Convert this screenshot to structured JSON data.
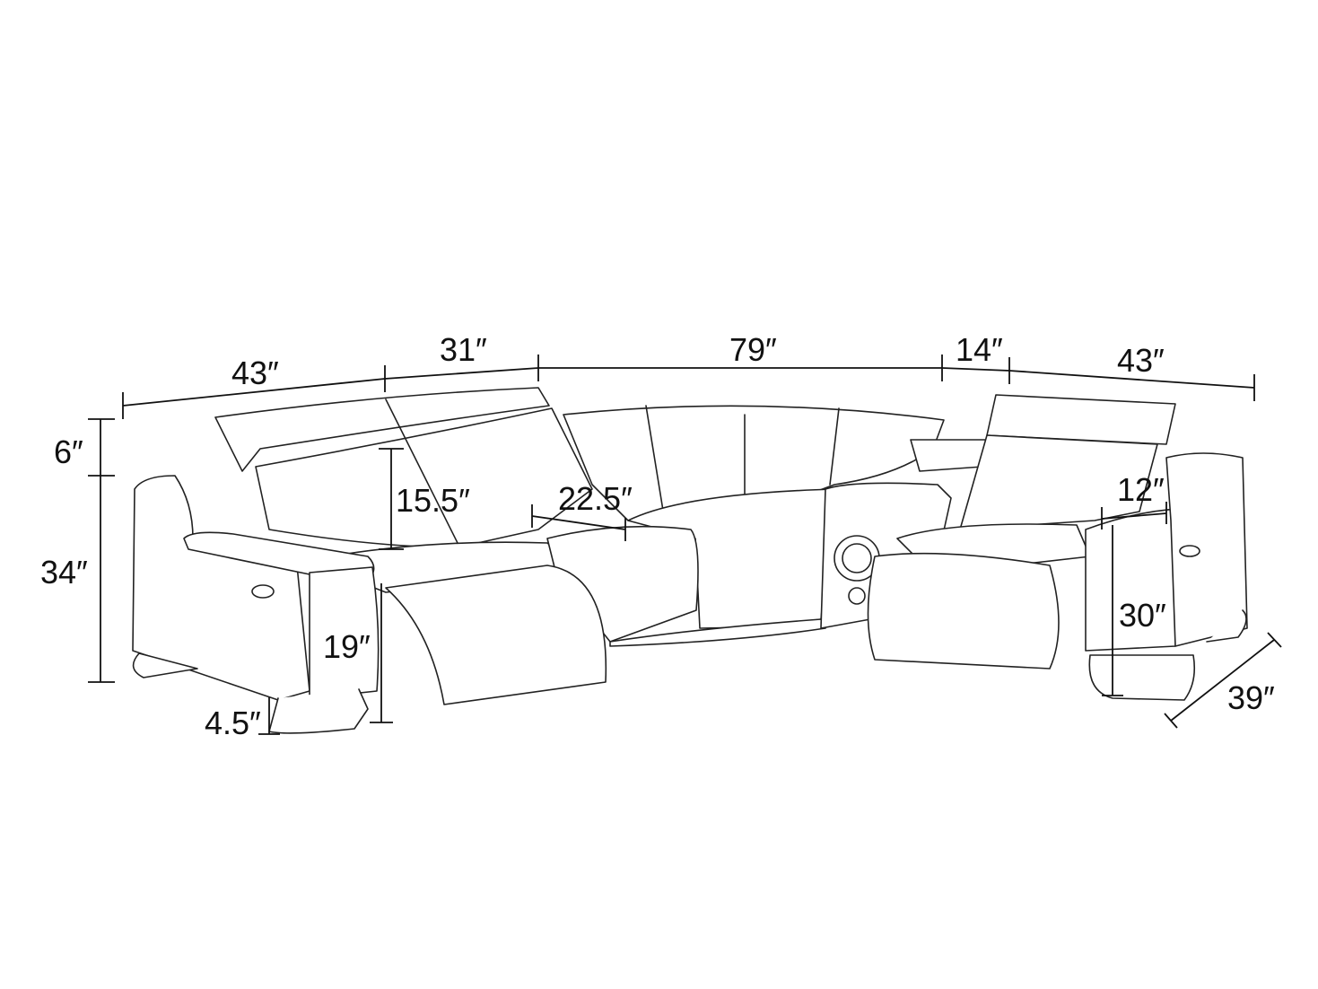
{
  "title": "Sectional sofa dimensions",
  "dimensions": {
    "top_left_width": "43″",
    "left_middle_width": "31″",
    "center_width": "79″",
    "console_width": "14″",
    "top_right_width": "43″",
    "headrest_height": "6″",
    "overall_height": "34″",
    "back_height": "15.5″",
    "seat_depth": "22.5″",
    "seat_height": "19″",
    "leg_height": "4.5″",
    "arm_width": "12″",
    "arm_height": "30″",
    "depth": "39″"
  }
}
